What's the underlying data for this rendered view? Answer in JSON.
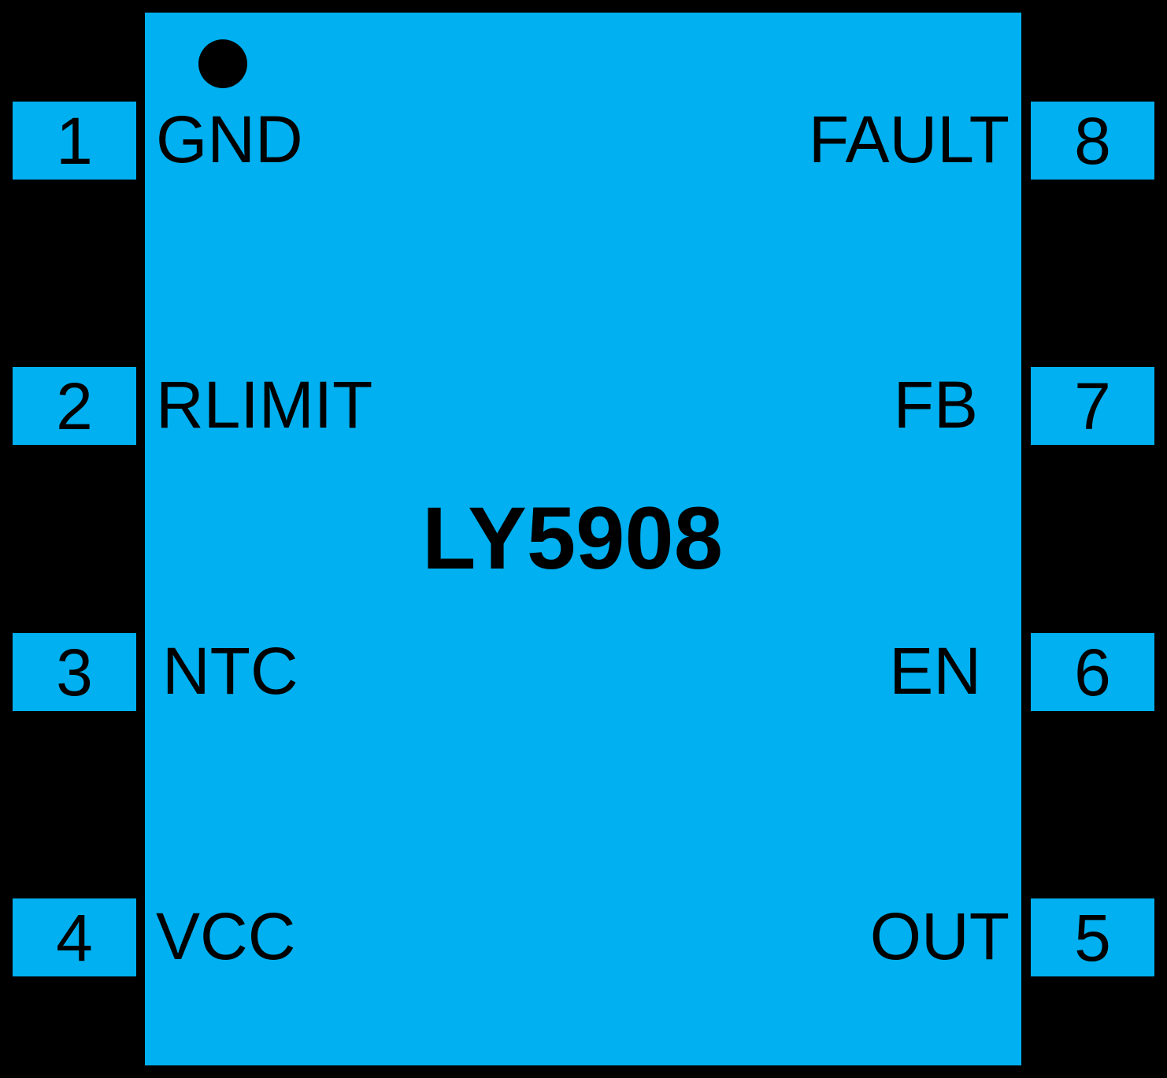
{
  "chip": {
    "part_number": "LY5908",
    "body_color": "#00b0f0",
    "background_color": "#000000",
    "pin1_marker_icon": "pin1-indicator-dot"
  },
  "pins": {
    "p1": {
      "number": "1",
      "label": "GND"
    },
    "p2": {
      "number": "2",
      "label": "RLIMIT"
    },
    "p3": {
      "number": "3",
      "label": "NTC"
    },
    "p4": {
      "number": "4",
      "label": "VCC"
    },
    "p5": {
      "number": "5",
      "label": "OUT"
    },
    "p6": {
      "number": "6",
      "label": "EN"
    },
    "p7": {
      "number": "7",
      "label": "FB"
    },
    "p8": {
      "number": "8",
      "label": "FAULT"
    }
  }
}
